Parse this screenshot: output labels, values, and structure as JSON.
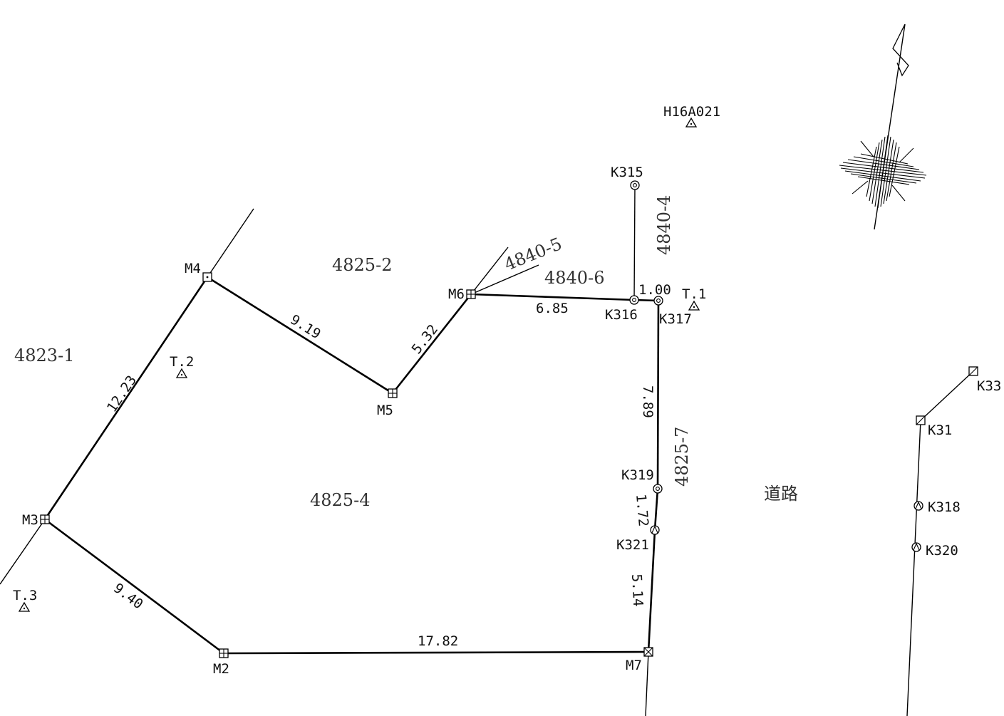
{
  "parcels": {
    "p4823_1": "4823-1",
    "p4825_2": "4825-2",
    "p4825_4": "4825-4",
    "p4840_5": "4840-5",
    "p4840_6": "4840-6",
    "p4840_4": "4840-4",
    "p4825_7": "4825-7",
    "road": "道路"
  },
  "points": {
    "m2": "M2",
    "m3": "M3",
    "m4": "M4",
    "m5": "M5",
    "m6": "M6",
    "m7": "M7",
    "k315": "K315",
    "k316": "K316",
    "k317": "K317",
    "k319": "K319",
    "k321": "K321",
    "k31": "K31",
    "k33": "K33",
    "k318": "K318",
    "k320": "K320",
    "t1": "T.1",
    "t2": "T.2",
    "t3": "T.3",
    "h16": "H16A021"
  },
  "distances": {
    "m3_m4": "12.23",
    "m4_m5": "9.19",
    "m5_m6": "5.32",
    "m6_k316": "6.85",
    "k316_k317": "1.00",
    "k317_k319": "7.89",
    "k319_k321": "1.72",
    "k321_m7": "5.14",
    "m2_m7": "17.82",
    "m3_m2": "9.40"
  },
  "icons": {
    "boundary_mark_cross": "grid-square-icon",
    "boundary_mark_dot": "dot-square-icon",
    "boundary_mark_x": "x-square-icon",
    "control_point": "triangle-icon",
    "survey_pin": "double-circle-icon",
    "north_arrow": "north-arrow-icon"
  }
}
